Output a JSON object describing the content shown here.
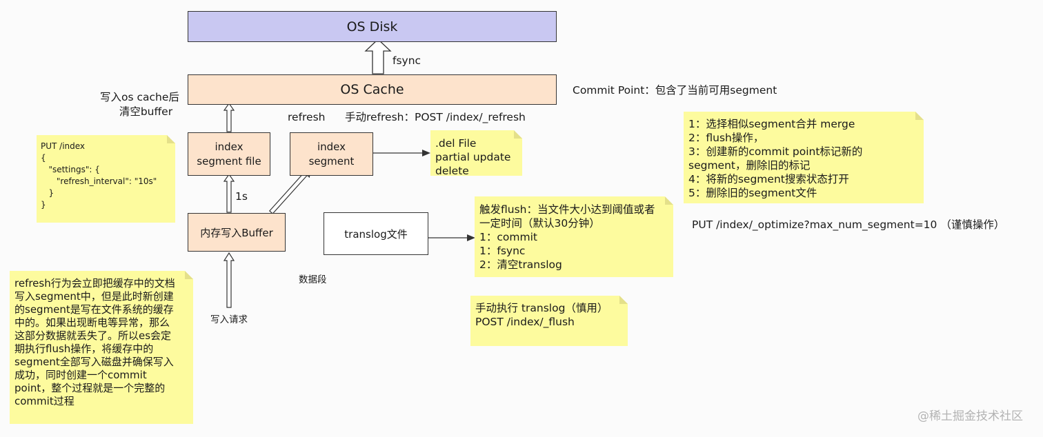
{
  "nodes": {
    "os_disk": "OS Disk",
    "os_cache": "OS Cache",
    "segment_file": [
      "index",
      "segment file"
    ],
    "index_segment": [
      "index",
      "segment"
    ],
    "buffer": "内存写入Buffer",
    "translog": "translog文件"
  },
  "labels": {
    "fsync": "fsync",
    "commit_point": "Commit Point：包含了当前可用segment",
    "clear_buffer": [
      "写入os cache后",
      "清空buffer"
    ],
    "refresh": "refresh",
    "manual_refresh": "手动refresh：POST /index/_refresh",
    "one_second": "1s",
    "write_request": "写入请求",
    "data_segment": "数据段",
    "optimize": "PUT  /index/_optimize?max_num_segment=10    （谨慎操作）",
    "watermark": "@稀土掘金技术社区"
  },
  "notes": {
    "put_index": [
      "PUT /index",
      "{",
      "   \"settings\": {",
      "      \"refresh_interval\": \"10s\"",
      "   }",
      "}"
    ],
    "refresh_desc": [
      "refresh行为会立即把缓存中的文档",
      "写入segment中，但是此时新创建",
      "的segment是写在文件系统的缓存",
      "中的。如果出现断电等异常，那么",
      "这部分数据就丢失了。所以es会定",
      "期执行flush操作，将缓存中的",
      "segment全部写入磁盘并确保写入",
      "成功，同时创建一个commit",
      "point，整个过程就是一个完整的",
      "commit过程"
    ],
    "del_file": [
      ".del File",
      "partial update",
      "delete"
    ],
    "flush_trigger": [
      "触发flush：当文件大小达到阈值或者",
      "一定时间（默认30分钟）",
      "1：commit",
      "1：fsync",
      "2：清空translog"
    ],
    "manual_translog": [
      "手动执行 translog（慎用）",
      "POST /index/_flush"
    ],
    "merge_steps": [
      "1：选择相似segment合并 merge",
      "2：flush操作，",
      "3：创建新的commit point标记新的",
      "segment，删除旧的标记",
      "4：将新的segment搜索状态打开",
      "5：删除旧的segment文件"
    ]
  },
  "colors": {
    "disk_fill": "#c9c8f2",
    "cache_fill": "#fde3cc",
    "note_fill": "#fdfb9e",
    "stroke": "#333333"
  }
}
